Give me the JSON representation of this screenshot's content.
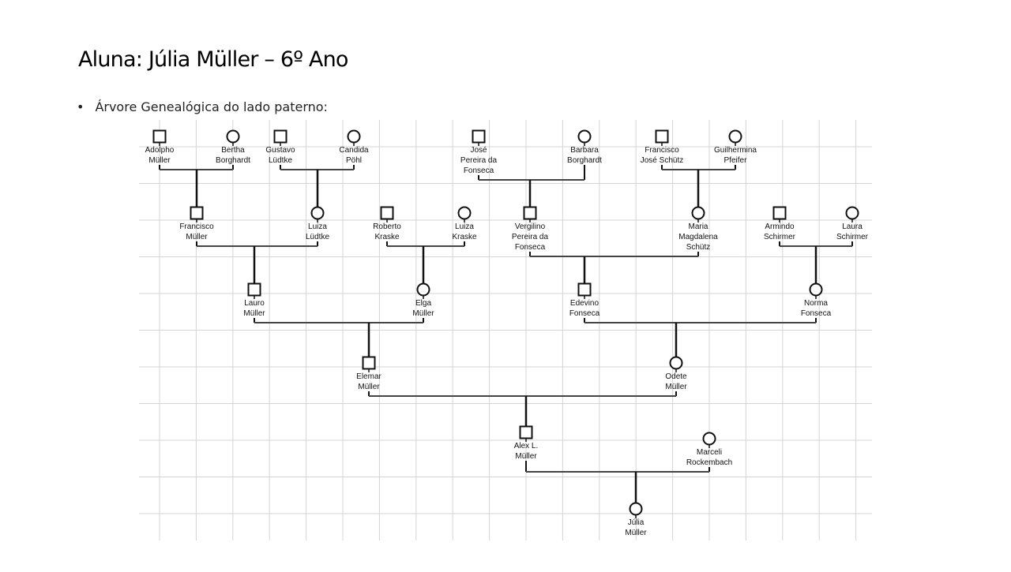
{
  "slide": {
    "title": "Aluna: Júlia Müller – 6º Ano",
    "bullet": "Árvore Genealógica do lado paterno:"
  },
  "tree": {
    "people": [
      {
        "name": [
          "Adolpho",
          "Müller"
        ],
        "sex": "M"
      },
      {
        "name": [
          "Bertha",
          "Borghardt"
        ],
        "sex": "F"
      },
      {
        "name": [
          "Gustavo",
          "Lüdtke"
        ],
        "sex": "M"
      },
      {
        "name": [
          "Candida",
          "Pöhl"
        ],
        "sex": "F"
      },
      {
        "name": [
          "José",
          "Pereira da",
          "Fonseca"
        ],
        "sex": "M"
      },
      {
        "name": [
          "Barbara",
          "Borghardt"
        ],
        "sex": "F"
      },
      {
        "name": [
          "Francisco",
          "José Schütz"
        ],
        "sex": "M"
      },
      {
        "name": [
          "Guilhermina",
          "Pfeifer"
        ],
        "sex": "F"
      },
      {
        "name": [
          "Francisco",
          "Müller"
        ],
        "sex": "M"
      },
      {
        "name": [
          "Luiza",
          "Lüdtke"
        ],
        "sex": "F"
      },
      {
        "name": [
          "Roberto",
          "Kraske"
        ],
        "sex": "M"
      },
      {
        "name": [
          "Luiza",
          "Kraske"
        ],
        "sex": "F"
      },
      {
        "name": [
          "Vergilino",
          "Pereira da",
          "Fonseca"
        ],
        "sex": "M"
      },
      {
        "name": [
          "Maria",
          "Magdalena",
          "Schütz"
        ],
        "sex": "F"
      },
      {
        "name": [
          "Armindo",
          "Schirmer"
        ],
        "sex": "M"
      },
      {
        "name": [
          "Laura",
          "Schirmer"
        ],
        "sex": "F"
      },
      {
        "name": [
          "Lauro",
          "Müller"
        ],
        "sex": "M"
      },
      {
        "name": [
          "Elga",
          "Müller"
        ],
        "sex": "F"
      },
      {
        "name": [
          "Edevino",
          "Fonseca"
        ],
        "sex": "M"
      },
      {
        "name": [
          "Norma",
          "Fonseca"
        ],
        "sex": "F"
      },
      {
        "name": [
          "Elemar",
          "Müller"
        ],
        "sex": "M"
      },
      {
        "name": [
          "Odete",
          "Müller"
        ],
        "sex": "F"
      },
      {
        "name": [
          "Alex L.",
          "Müller"
        ],
        "sex": "M"
      },
      {
        "name": [
          "Marceli",
          "Rockembach"
        ],
        "sex": "F"
      },
      {
        "name": [
          "Júlia",
          "Müller"
        ],
        "sex": "F"
      }
    ],
    "families": [
      {
        "father": 0,
        "mother": 1,
        "child": 8
      },
      {
        "father": 2,
        "mother": 3,
        "child": 9
      },
      {
        "father": 4,
        "mother": 5,
        "child": 12
      },
      {
        "father": 6,
        "mother": 7,
        "child": 13
      },
      {
        "father": 8,
        "mother": 9,
        "child": 16
      },
      {
        "father": 10,
        "mother": 11,
        "child": 17
      },
      {
        "father": 12,
        "mother": 13,
        "child": 18
      },
      {
        "father": 14,
        "mother": 15,
        "child": 19
      },
      {
        "father": 16,
        "mother": 17,
        "child": 20
      },
      {
        "father": 18,
        "mother": 19,
        "child": 21
      },
      {
        "father": 20,
        "mother": 21,
        "child": 22
      },
      {
        "father": 22,
        "mother": 23,
        "child": 24
      }
    ]
  }
}
